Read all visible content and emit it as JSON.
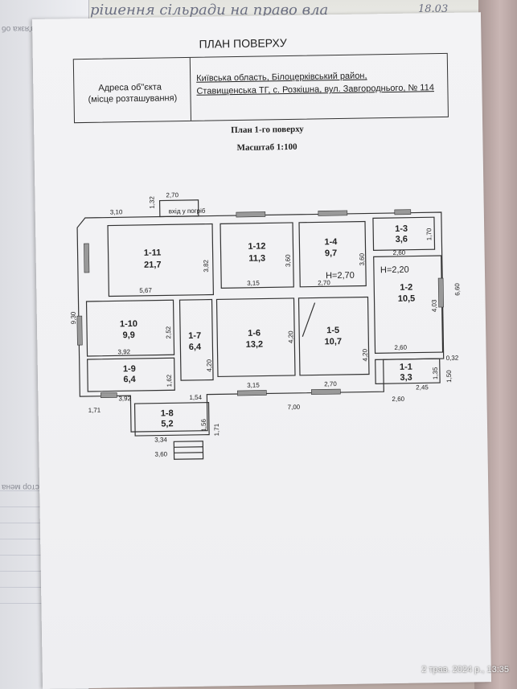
{
  "handwriting": {
    "note": "рішення сільради на право вла",
    "date": "18.03"
  },
  "document": {
    "title": "ПЛАН ПОВЕРХУ",
    "address_label_1": "Адреса об\"єкта",
    "address_label_2": "(місце розташування)",
    "address_line_1": "Київська область, Білоцерківський район,",
    "address_line_2": "Ставищенська ТГ, с. Розкішна, вул. Завгороднього, № 114",
    "plan_title": "План 1-го поверху",
    "scale": "Масштаб 1:100",
    "cellar_label": "вхід у погріб"
  },
  "rooms": [
    {
      "id": "1-11",
      "area": "21,7"
    },
    {
      "id": "1-12",
      "area": "11,3"
    },
    {
      "id": "1-4",
      "area": "9,7"
    },
    {
      "id": "1-3",
      "area": "3,6"
    },
    {
      "id": "1-2",
      "area": "10,5"
    },
    {
      "id": "1-10",
      "area": "9,9"
    },
    {
      "id": "1-7",
      "area": "6,4"
    },
    {
      "id": "1-6",
      "area": "13,2"
    },
    {
      "id": "1-5",
      "area": "10,7"
    },
    {
      "id": "1-1",
      "area": "3,3"
    },
    {
      "id": "1-9",
      "area": "6,4"
    },
    {
      "id": "1-8",
      "area": "5,2"
    }
  ],
  "heights": {
    "h1": "H=2,70",
    "h2": "H=2,20"
  },
  "dimensions": {
    "d270_top": "2,70",
    "d310": "3,10",
    "d132": "1,32",
    "d382": "3,82",
    "d360a": "3,60",
    "d360b": "3,60",
    "d260a": "2,60",
    "d170": "1,70",
    "d567": "5,67",
    "d315a": "3,15",
    "d270b": "2,70",
    "d403": "4,03",
    "d660": "6,60",
    "d930": "9,30",
    "d252": "2,52",
    "d392a": "3,92",
    "d420a": "4,20",
    "d420b": "4,20",
    "d420c": "4,20",
    "d260b": "2,60",
    "d032": "0,32",
    "d135": "1,35",
    "d150": "1,50",
    "d245": "2,45",
    "d162": "1,62",
    "d392b": "3,92",
    "d154": "1,54",
    "d315b": "3,15",
    "d270c": "2,70",
    "d260c": "2,60",
    "d171a": "1,71",
    "d700": "7,00",
    "d156": "1,56",
    "d171b": "1,71",
    "d334": "3,34",
    "d360c": "3,60"
  },
  "underlying_page": {
    "text_1": "Ув'язка об",
    "text_2": "дастор мена"
  },
  "phone_timestamp": "2 трав. 2024 р., 13:35"
}
